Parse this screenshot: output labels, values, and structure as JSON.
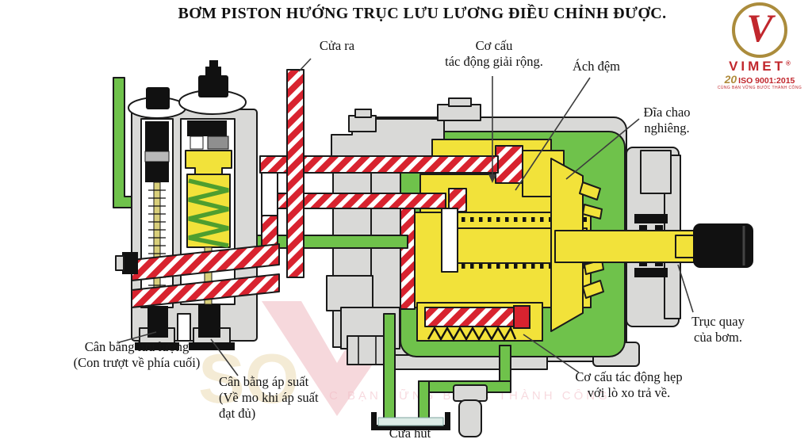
{
  "title": "BƠM PISTON HƯỚNG TRỤC LƯU LƯƠNG ĐIỀU CHỈNH ĐƯỢC.",
  "labels": {
    "outlet": "Cửa ra",
    "wide_actuator": "Cơ cấu\ntác động giải rộng.",
    "yoke_cushion": "Ách đệm",
    "swash_plate": "Đĩa chao\nnghiêng.",
    "pump_shaft": "Trục quay\ncủa bơm.",
    "flow_compensator": "Cân bằng lưu lượng\n(Con trượt về phía cuối)",
    "pressure_compensator": "Cân bằng áp suất\n(Về mo khi áp suất\nđạt đủ)",
    "narrow_actuator": "Cơ cấu tác động hẹp\nvới lò xo trả về.",
    "inlet": "Cửa hút"
  },
  "logo": {
    "v_mark": "V",
    "brand": "VIMET",
    "registered": "®",
    "badge": "20",
    "iso": "ISO 9001:2015",
    "slogan": "CÙNG BẠN VỮNG BƯỚC THÀNH CÔNG"
  },
  "watermark": {
    "letters": "SO",
    "text": "C BẠN VỮNG BƯỚC THÀNH CÔNG"
  },
  "colors": {
    "pipe_green": "#6fc24b",
    "part_yellow": "#f2e23a",
    "stripe_red": "#d8232f",
    "housing_gray": "#d9d9d7",
    "outline": "#1a1a1a",
    "logo_red": "#c1272d",
    "logo_gold": "#ab8c3c"
  }
}
